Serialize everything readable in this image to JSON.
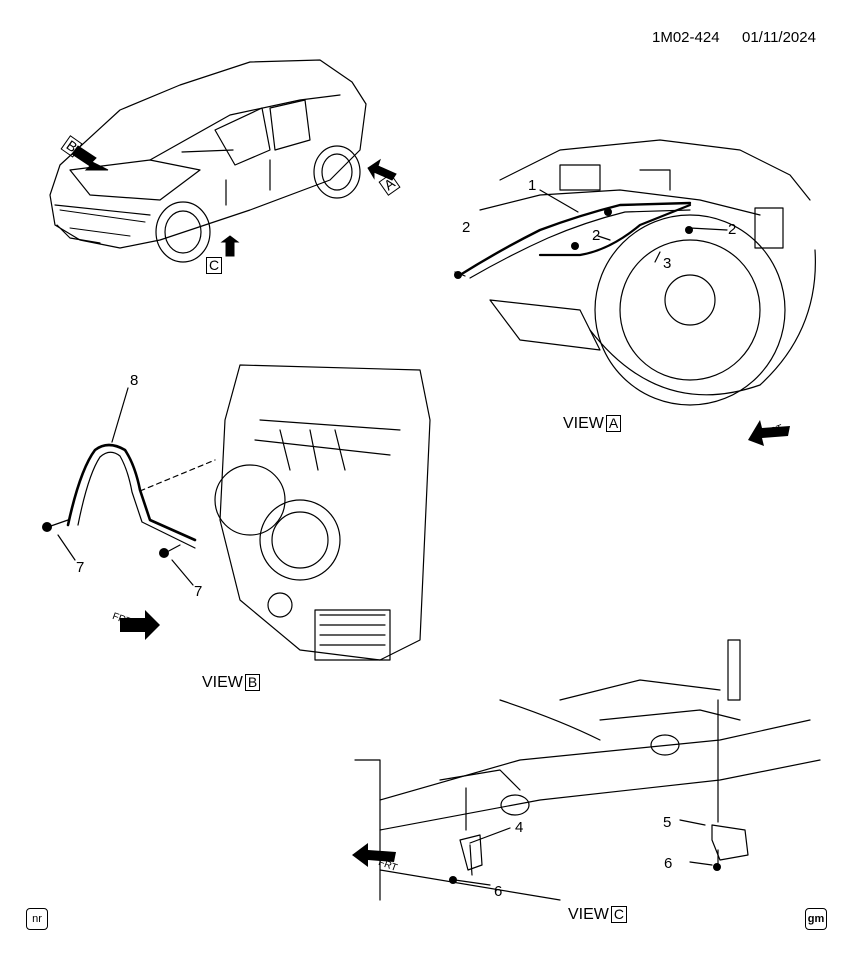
{
  "header": {
    "doc_id": "1M02-424",
    "date": "01/11/2024"
  },
  "views": {
    "a": {
      "label": "VIEW",
      "letter": "A"
    },
    "b": {
      "label": "VIEW",
      "letter": "B"
    },
    "c": {
      "label": "VIEW",
      "letter": "C"
    }
  },
  "overview_arrows": {
    "a": "A",
    "b": "B",
    "c": "C"
  },
  "callouts": {
    "view_a": [
      "1",
      "2",
      "2",
      "2",
      "3"
    ],
    "view_b": [
      "8",
      "7",
      "7"
    ],
    "view_c": [
      "4",
      "5",
      "6",
      "6"
    ]
  },
  "frt_label": "FRT",
  "corner": {
    "left": "nr",
    "right": "gm"
  }
}
